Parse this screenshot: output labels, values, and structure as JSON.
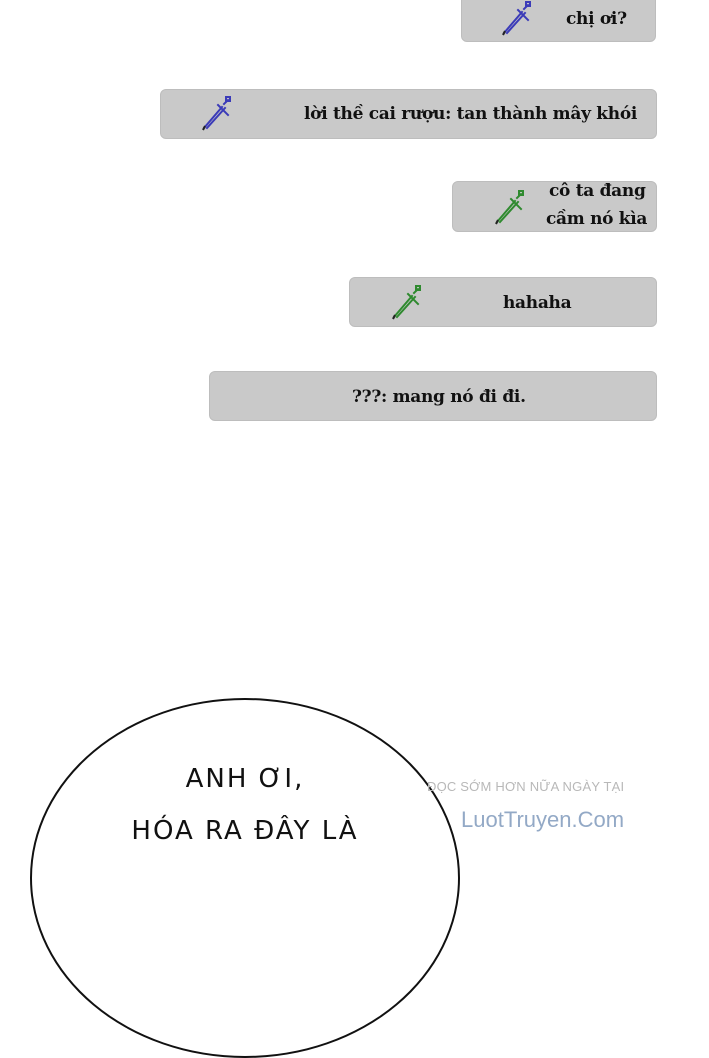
{
  "messages": [
    {
      "text_lines": [
        "chị ơi?"
      ],
      "icon": "sword-icon",
      "icon_color": "#3b3bb8"
    },
    {
      "text_lines": [
        "lời thề cai rượu: tan thành mây khói"
      ],
      "icon": "sword-icon",
      "icon_color": "#3b3bb8"
    },
    {
      "text_lines": [
        "cô ta đang",
        "cầm nó kìa"
      ],
      "icon": "sword-icon",
      "icon_color": "#2f8a2f"
    },
    {
      "text_lines": [
        "hahaha"
      ],
      "icon": "sword-icon",
      "icon_color": "#2f8a2f"
    },
    {
      "text_lines": [
        "???: mang nó đi đi."
      ]
    }
  ],
  "speech": {
    "lines": [
      "ANH ƠI,",
      "HÓA RA ĐÂY LÀ"
    ]
  },
  "watermark": {
    "line1": "ĐỌC SỚM HƠN NỮA NGÀY TẠI",
    "line2": "LuotTruyen.Com"
  },
  "colors": {
    "bubble": "#c9c9c9",
    "blue_sword": "#3b3bb8",
    "green_sword": "#2f8a2f"
  }
}
